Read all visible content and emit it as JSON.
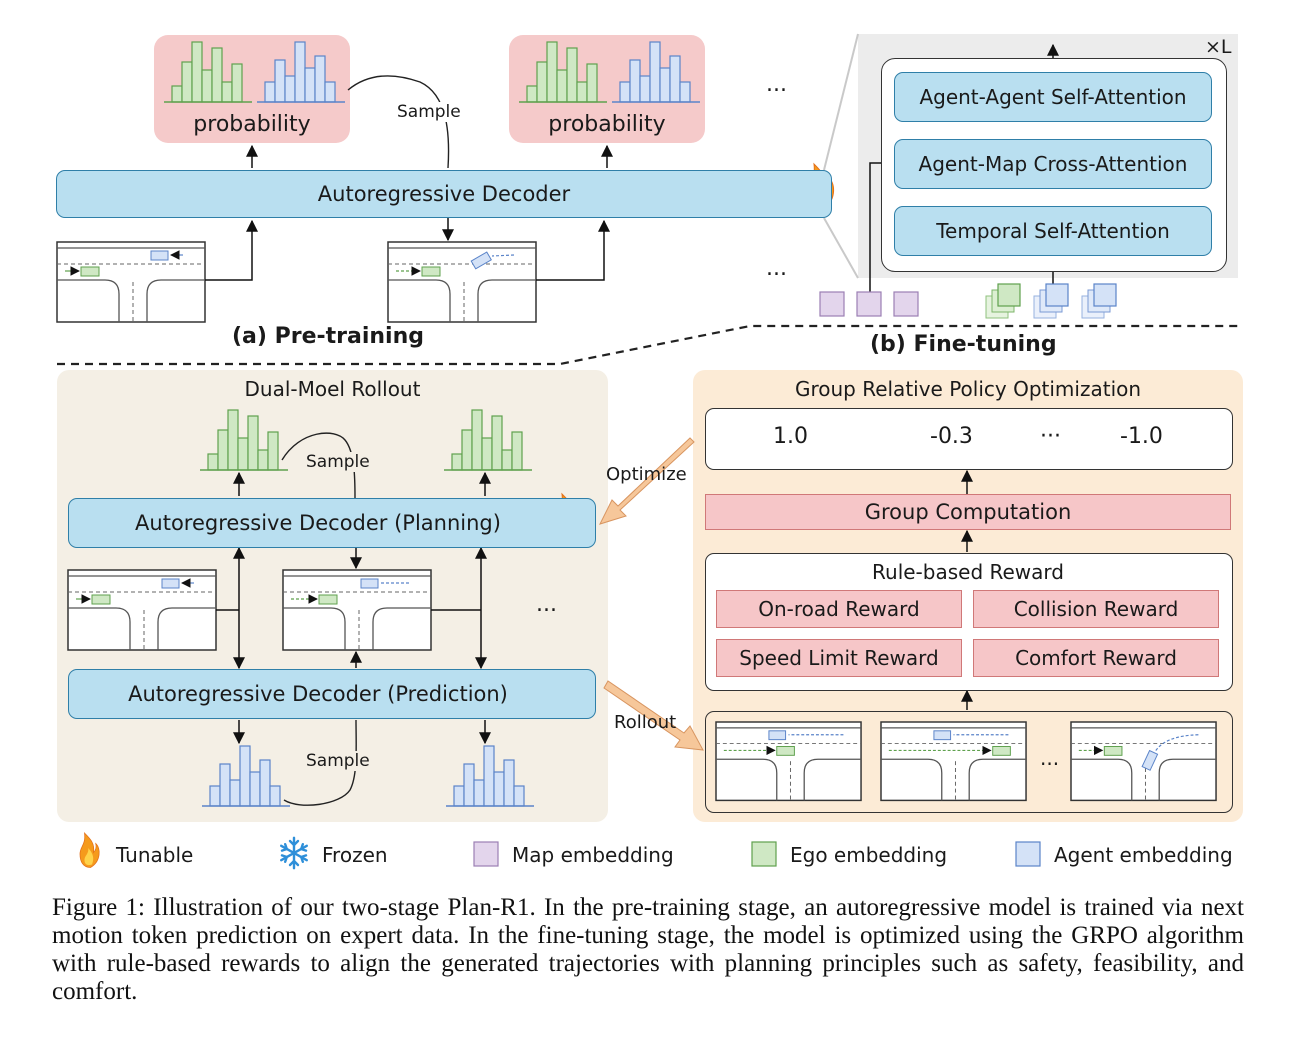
{
  "pretrain": {
    "prob_label_1": "probability",
    "prob_label_2": "probability",
    "sample_label": "Sample",
    "decoder_label": "Autoregressive Decoder",
    "ellipsis_top": "...",
    "ellipsis_bottom": "...",
    "section_title": "(a) Pre-training"
  },
  "block": {
    "repeat_label": "×L",
    "layer_1": "Agent-Agent Self-Attention",
    "layer_2": "Agent-Map Cross-Attention",
    "layer_3": "Temporal Self-Attention"
  },
  "finetune": {
    "section_title": "(b) Fine-tuning",
    "rollout_title": "Dual-Moel Rollout",
    "sample_top": "Sample",
    "sample_bottom": "Sample",
    "planning_decoder": "Autoregressive Decoder (Planning)",
    "prediction_decoder": "Autoregressive Decoder (Prediction)",
    "ellipsis_mid": "...",
    "optimize_label": "Optimize",
    "rollout_label": "Rollout",
    "grpo_title": "Group Relative Policy Optimization",
    "score_1": "1.0",
    "score_2": "-0.3",
    "score_dots": "···",
    "score_3": "-1.0",
    "group_computation": "Group Computation",
    "rule_title": "Rule-based Reward",
    "rewards": [
      "On-road Reward",
      "Collision Reward",
      "Speed Limit Reward",
      "Comfort Reward"
    ],
    "scene_dots": "..."
  },
  "legend": {
    "tunable": "Tunable",
    "frozen": "Frozen",
    "map": "Map embedding",
    "ego": "Ego embedding",
    "agent": "Agent embedding"
  },
  "caption": "Figure 1: Illustration of our two-stage Plan-R1. In the pre-training stage, an autoregressive model is trained via next motion token prediction on expert data. In the fine-tuning stage, the model is optimized using the GRPO algorithm with rule-based rewards to align the generated trajectories with planning principles such as safety, feasibility, and comfort.",
  "colors": {
    "decoder_fill": "#b9dff0",
    "decoder_border": "#2f7fa8",
    "prob_panel": "#f5caca",
    "reward_fill": "#f6c6c8",
    "rollout_panel": "#f4efe5",
    "grpo_panel": "#fcebd6",
    "block_panel": "#ececec",
    "ego_green": "#cfe8c4",
    "agent_blue": "#d4e2f7",
    "map_purple": "#e3d5ec"
  }
}
